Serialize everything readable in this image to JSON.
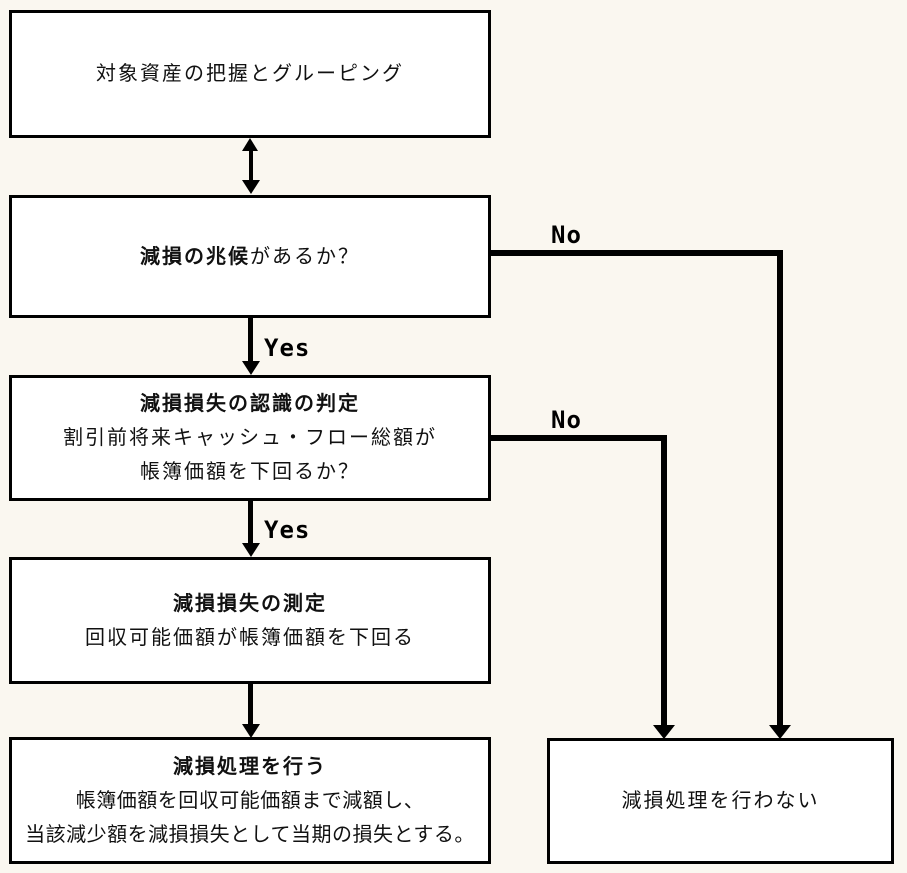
{
  "diagram": {
    "type": "flowchart",
    "subject": "impairment-accounting-flow",
    "colors": {
      "background": "#FAF7F0",
      "box_fill": "#FFFFFF",
      "line": "#000000",
      "text": "#111111"
    },
    "nodes": {
      "grouping": {
        "line1": "対象資産の把握とグルーピング"
      },
      "indication": {
        "bold_part": "減損の兆候",
        "rest_part": "があるか？"
      },
      "recognition": {
        "title": "減損損失の認識の判定",
        "line2": "割引前将来キャッシュ・フロー総額が",
        "line3": "帳簿価額を下回るか？"
      },
      "measurement": {
        "title": "減損損失の測定",
        "line2": "回収可能価額が帳簿価額を下回る"
      },
      "impairment": {
        "title": "減損処理を行う",
        "line2": "帳簿価額を回収可能価額まで減額し、",
        "line3": "当該減少額を減損損失として当期の損失とする。"
      },
      "no_impairment": {
        "line1": "減損処理を行わない"
      }
    },
    "edges": {
      "yes1": "Yes",
      "yes2": "Yes",
      "no1": "No",
      "no2": "No"
    }
  }
}
